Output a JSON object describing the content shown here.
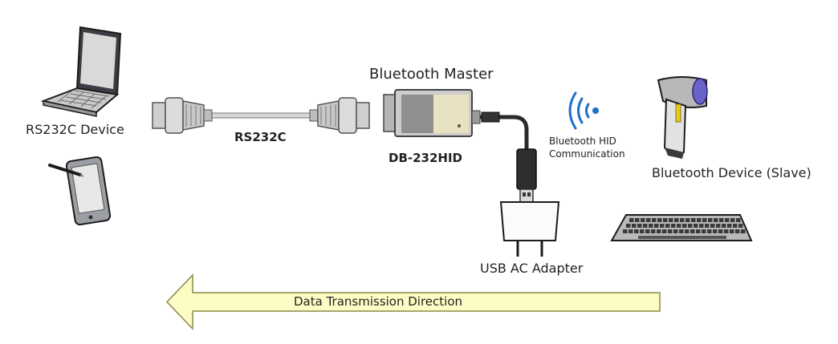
{
  "labels": {
    "rs232c_device": "RS232C Device",
    "rs232c_cable": "RS232C",
    "master_title": "Bluetooth Master",
    "model": "DB-232HID",
    "hid_line1": "Bluetooth HID",
    "hid_line2": "Communication",
    "slave": "Bluetooth Device (Slave)",
    "adapter": "USB AC Adapter",
    "direction": "Data Transmission Direction"
  },
  "icons": {
    "laptop": "laptop-icon",
    "tablet": "tablet-icon",
    "cable": "serial-cable-icon",
    "module": "bluetooth-module-icon",
    "usb": "usb-plug-icon",
    "adapter": "ac-adapter-icon",
    "signal": "wireless-signal-icon",
    "scanner": "barcode-scanner-icon",
    "keyboard": "keyboard-icon",
    "arrow": "direction-arrow"
  },
  "colors": {
    "arrow_fill": "#fdfcc4",
    "arrow_stroke": "#8a8a4a",
    "signal": "#1e6fc8",
    "scanner_lens": "#6b64c8",
    "scanner_trigger": "#e6c81e",
    "module_label": "#e9e2c0"
  }
}
